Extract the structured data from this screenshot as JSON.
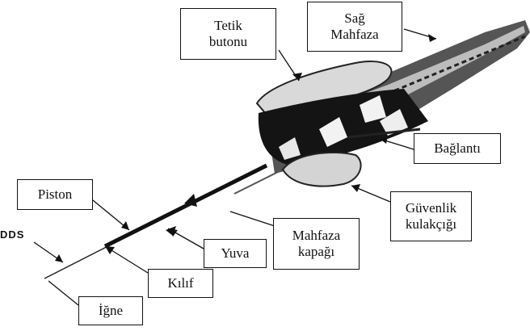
{
  "labels": {
    "tetik": "Tetik\nbutonu",
    "sag_mahfaza": "Sağ\nMahfaza",
    "baglanti": "Bağlantı",
    "guvenlik": "Güvenlik\nkulakçığı",
    "mahfaza_kapagi": "Mahfaza\nkapağı",
    "yuva": "Yuva",
    "kilif": "Kılıf",
    "igne": "İğne",
    "piston": "Piston",
    "dds": "DDS"
  }
}
